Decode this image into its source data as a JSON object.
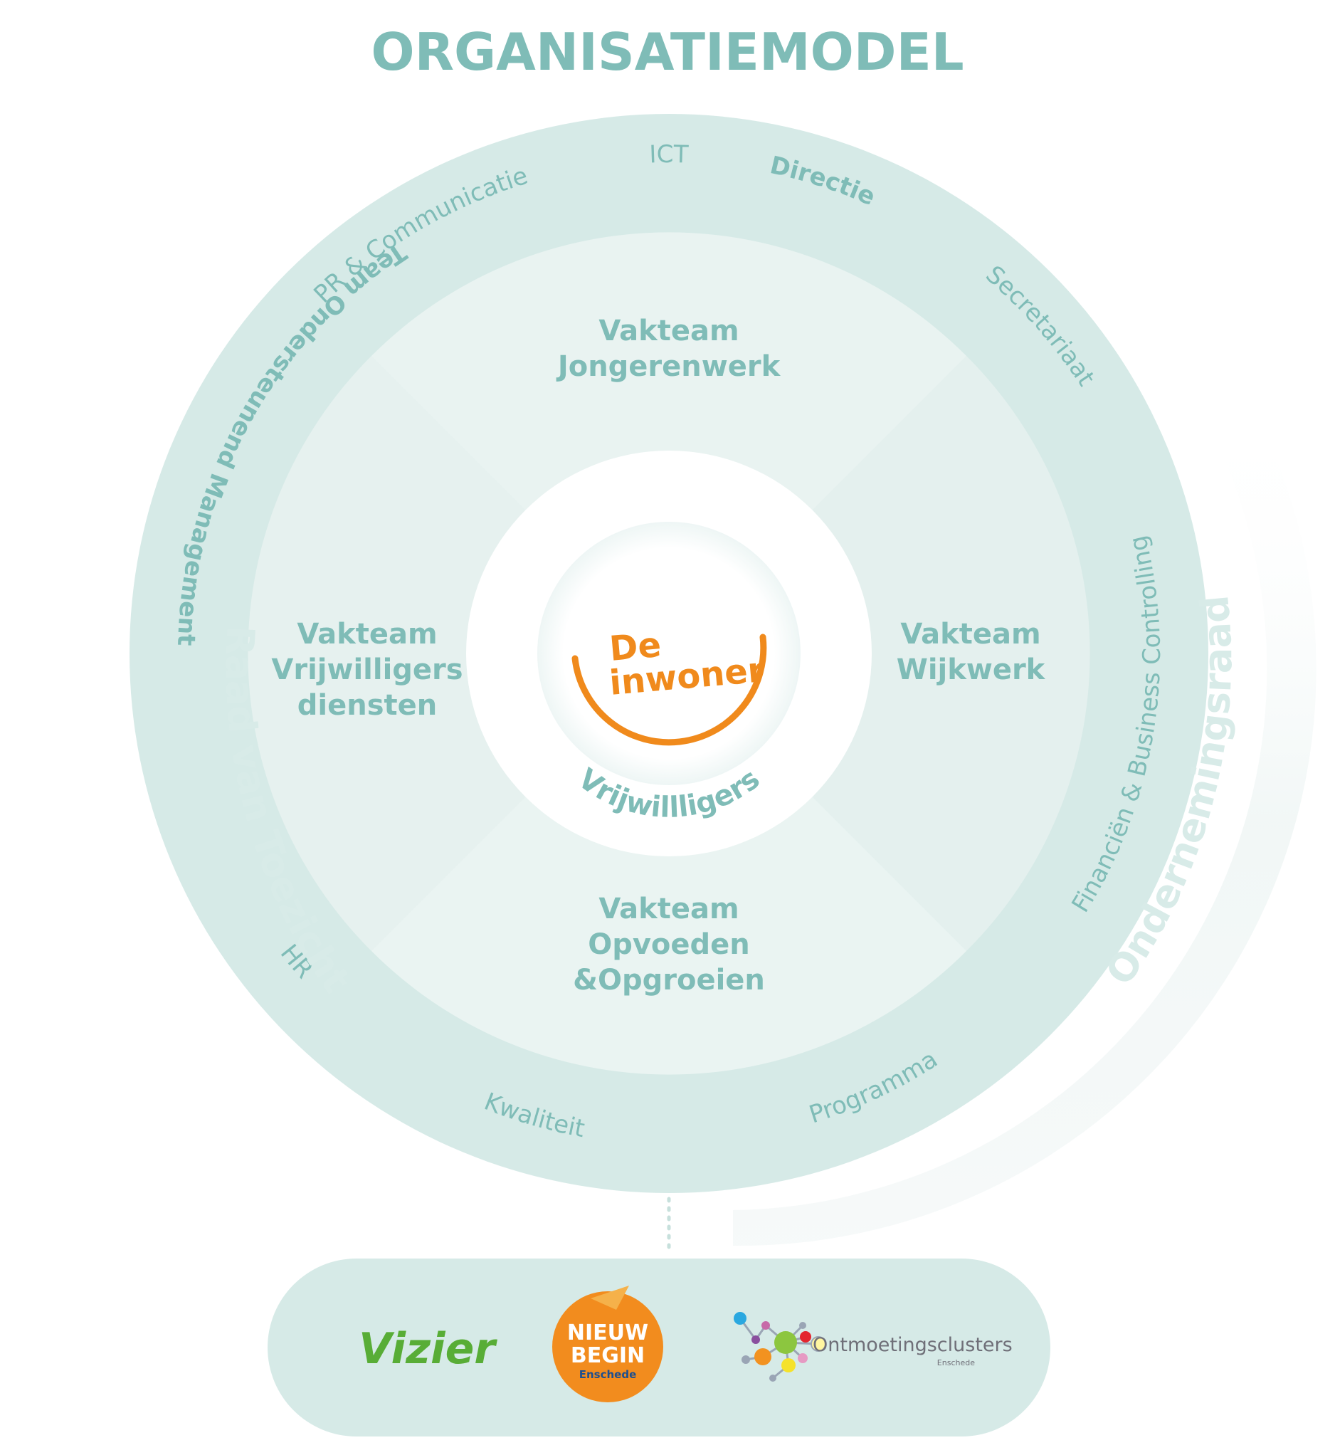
{
  "title": "ORGANISATIEMODEL",
  "center": {
    "line1": "De",
    "line2": "inwoner",
    "volunteers": "Vrijwillligers"
  },
  "teams": {
    "top": [
      "Vakteam",
      "Jongerenwerk"
    ],
    "left": [
      "Vakteam",
      "Vrijwilligers",
      "diensten"
    ],
    "right": [
      "Vakteam",
      "Wijkwerk"
    ],
    "bottom": [
      "Vakteam",
      "Opvoeden",
      "&Opgroeien"
    ]
  },
  "ring": {
    "ict": "ICT",
    "directie": "Directie",
    "pr": "PR & Communicatie",
    "secretariaat": "Secretariaat",
    "team_ondersteunend": "Team Ondersteunend Management",
    "financien": "Financiën & Business Controlling",
    "hr": "HR",
    "kwaliteit": "Kwaliteit",
    "programma": "Programma"
  },
  "outer": {
    "raad": "Raad van Toezicht",
    "or": "Ondernemingsraad"
  },
  "partners": {
    "vizier": "Vizier",
    "nieuw_begin": [
      "NIEUW",
      "BEGIN",
      "Enschede"
    ],
    "ontmoeting": "Ontmoetingsclusters",
    "ontmoeting_sub": "Enschede"
  },
  "colors": {
    "teal_text": "#7fbcb7",
    "ring": "#d6eae7",
    "orange": "#f08a1c",
    "vizier_green": "#58ad36"
  }
}
